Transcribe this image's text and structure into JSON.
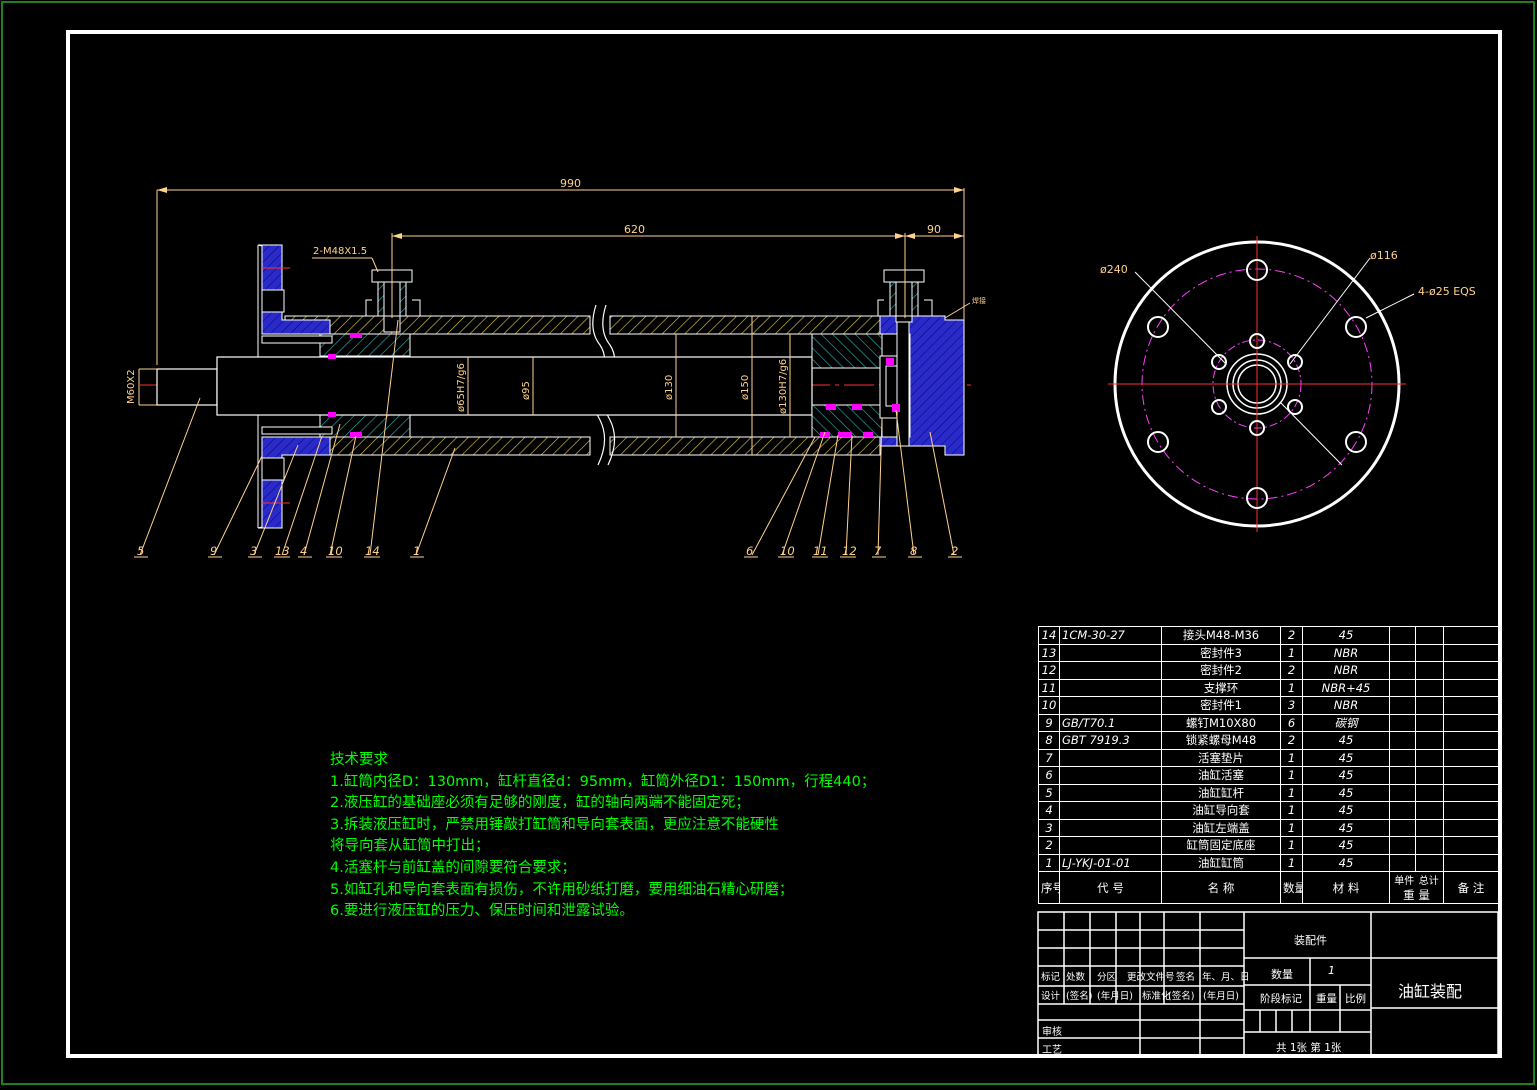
{
  "dimensions": {
    "overall_length": "990",
    "stroke_span": "620",
    "end_length": "90",
    "port_thread": "2-M48X1.5",
    "rod_thread": "M60X2",
    "rod_fit": "ø65H7/g6",
    "rod_dia": "ø95",
    "bore_dia": "ø130",
    "outer_dia": "ø150",
    "bore_fit": "ø130H7/g6",
    "flange_dia": "ø240",
    "pcd_dia": "ø116",
    "holes": "4-ø25 EQS",
    "small_note": "焊接"
  },
  "balloons": [
    "5",
    "9",
    "3",
    "13",
    "4",
    "10",
    "14",
    "1",
    "6",
    "10",
    "11",
    "12",
    "7",
    "8",
    "2"
  ],
  "tech_requirements": {
    "title": "技术要求",
    "items": [
      "1.缸筒内径D：130mm，缸杆直径d：95mm，缸筒外径D1：150mm，行程440；",
      "2.液压缸的基础座必须有足够的刚度，缸的轴向两端不能固定死；",
      "3.拆装液压缸时，严禁用锤敲打缸筒和导向套表面，更应注意不能硬性",
      "将导向套从缸筒中打出；",
      "4.活塞杆与前缸盖的间隙要符合要求；",
      "5.如缸孔和导向套表面有损伤，不许用砂纸打磨，要用细油石精心研磨；",
      "6.要进行液压缸的压力、保压时间和泄露试验。"
    ]
  },
  "bom": {
    "rows": [
      {
        "no": "14",
        "code": "1CM-30-27",
        "name": "接头M48-M36",
        "qty": "2",
        "material": "45"
      },
      {
        "no": "13",
        "code": "",
        "name": "密封件3",
        "qty": "1",
        "material": "NBR"
      },
      {
        "no": "12",
        "code": "",
        "name": "密封件2",
        "qty": "2",
        "material": "NBR"
      },
      {
        "no": "11",
        "code": "",
        "name": "支撑环",
        "qty": "1",
        "material": "NBR+45"
      },
      {
        "no": "10",
        "code": "",
        "name": "密封件1",
        "qty": "3",
        "material": "NBR"
      },
      {
        "no": "9",
        "code": "GB/T70.1",
        "name": "螺钉M10X80",
        "qty": "6",
        "material": "碳钢"
      },
      {
        "no": "8",
        "code": "GBT 7919.3",
        "name": "锁紧螺母M48",
        "qty": "2",
        "material": "45"
      },
      {
        "no": "7",
        "code": "",
        "name": "活塞垫片",
        "qty": "1",
        "material": "45"
      },
      {
        "no": "6",
        "code": "",
        "name": "油缸活塞",
        "qty": "1",
        "material": "45"
      },
      {
        "no": "5",
        "code": "",
        "name": "油缸缸杆",
        "qty": "1",
        "material": "45"
      },
      {
        "no": "4",
        "code": "",
        "name": "油缸导向套",
        "qty": "1",
        "material": "45"
      },
      {
        "no": "3",
        "code": "",
        "name": "油缸左端盖",
        "qty": "1",
        "material": "45"
      },
      {
        "no": "2",
        "code": "",
        "name": "缸筒固定底座",
        "qty": "1",
        "material": "45"
      },
      {
        "no": "1",
        "code": "LJ-YKJ-01-01",
        "name": "油缸缸筒",
        "qty": "1",
        "material": "45"
      }
    ],
    "header": {
      "no": "序号",
      "code": "代 号",
      "name": "名 称",
      "qty": "数量",
      "material": "材 料",
      "unit": "单件",
      "total": "总计",
      "weight": "重 量",
      "remark": "备 注"
    }
  },
  "title_block": {
    "assembly": "装配件",
    "qty_label": "数量",
    "qty_value": "1",
    "drawing_name": "油缸装配",
    "row1": [
      "标记",
      "处数",
      "分区",
      "更改文件号",
      "签名",
      "年、月、日"
    ],
    "row2": [
      "设计",
      "(签名)",
      "(年月日)",
      "标准化",
      "(签名)",
      "(年月日)"
    ],
    "stage": "阶段标记",
    "weight": "重量",
    "scale": "比例",
    "review": "审核",
    "process": "工艺",
    "sheets": "共 1张  第 1张"
  },
  "colors": {
    "background": "#000000",
    "frame": "#ffffff",
    "dimension": "#ffd28c",
    "part_fill": "#2a2ac8",
    "hatch": "#2ea8a8",
    "centerline": "#ff3030",
    "pitch_circle": "#ff40ff",
    "seal": "#ff00ff",
    "text_green": "#00ff00",
    "frame_green": "#208020"
  }
}
